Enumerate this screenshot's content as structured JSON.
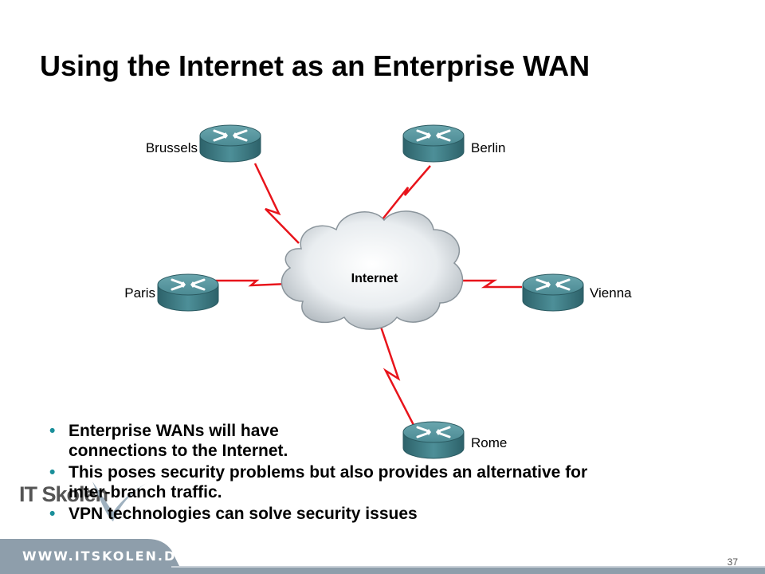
{
  "title": "Using the Internet as an Enterprise WAN",
  "diagram": {
    "cloud_label": "Internet",
    "nodes": {
      "brussels": "Brussels",
      "berlin": "Berlin",
      "paris": "Paris",
      "vienna": "Vienna",
      "rome": "Rome"
    },
    "link_color": "#e8141b",
    "router_color": "#3f7e88"
  },
  "bullets": [
    "Enterprise WANs will have connections to the Internet.",
    "This poses security problems but also provides an alternative for inter-branch traffic.",
    "VPN technologies can solve security issues"
  ],
  "bullet_glyph": "•",
  "logo": {
    "text": "IT Skolen"
  },
  "footer": {
    "url": "WWW.ITSKOLEN.DK",
    "page_number": "37"
  }
}
